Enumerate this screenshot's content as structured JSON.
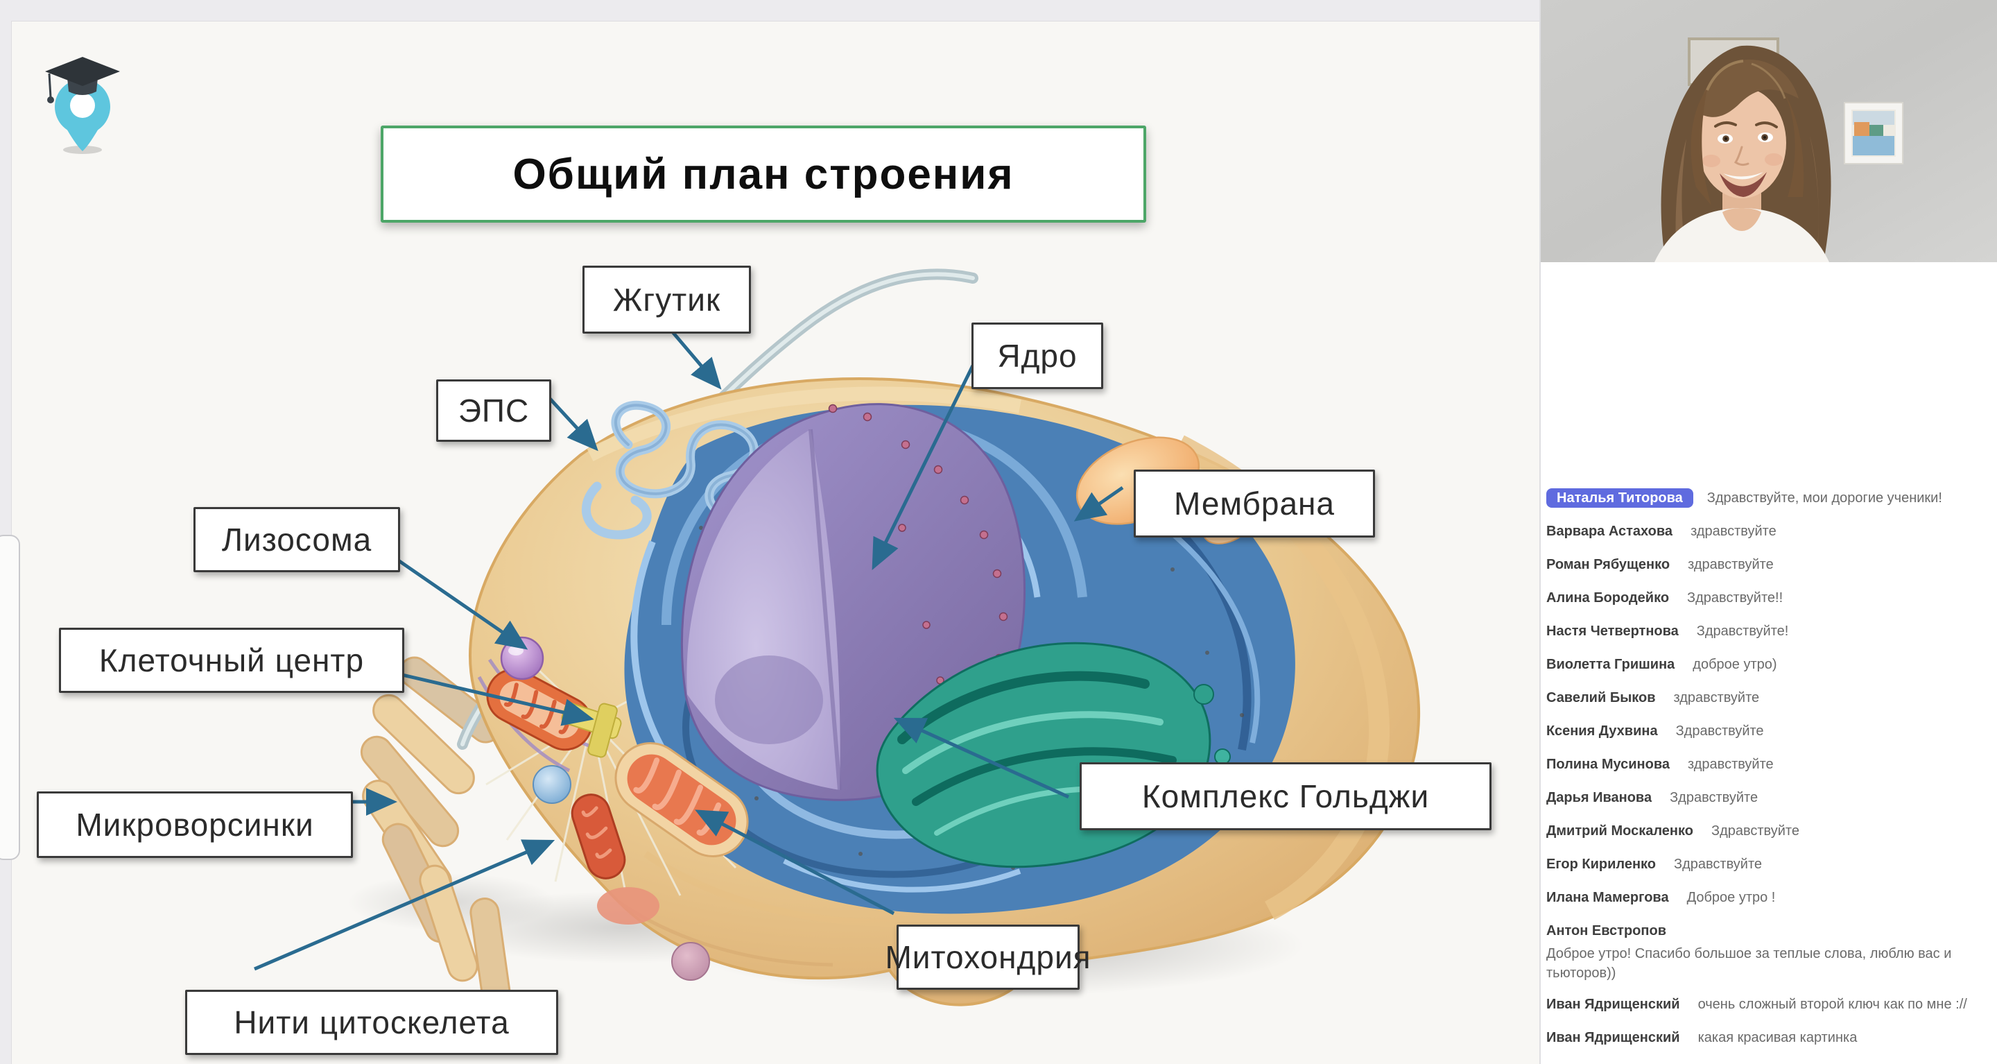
{
  "slide": {
    "title": "Общий план строения",
    "labels": {
      "zhgutik": "Жгутик",
      "eps": "ЭПС",
      "yadro": "Ядро",
      "membrana": "Мембрана",
      "lizosoma": "Лизосома",
      "kletochny_centr": "Клеточный центр",
      "mikrovorsinki": "Микроворсинки",
      "niti_citoskeleta": "Нити цитоскелета",
      "kompleks_goldzhi": "Комплекс Гольджи",
      "mitohondriya": "Митохондрия"
    },
    "illustration": "animal-cell-cutaway"
  },
  "branding": {
    "logo_icon": "graduation-cap-location-pin-logo"
  },
  "video": {
    "content": "presenter-webcam"
  },
  "chat": {
    "messages": [
      {
        "from": "Наталья Титорова",
        "text": "Здравствуйте, мои дорогие ученики!",
        "badge": true
      },
      {
        "from": "Варвара Астахова",
        "text": "здравствуйте"
      },
      {
        "from": "Роман Рябущенко",
        "text": "здравствуйте"
      },
      {
        "from": "Алина Бородейко",
        "text": "Здравствуйте!!"
      },
      {
        "from": "Настя Четвертнова",
        "text": "Здравствуйте!"
      },
      {
        "from": "Виолетта Гришина",
        "text": "доброе утро)"
      },
      {
        "from": "Савелий Быков",
        "text": "здравствуйте"
      },
      {
        "from": "Ксения Духвина",
        "text": "Здравствуйте"
      },
      {
        "from": "Полина Мусинова",
        "text": "здравствуйте"
      },
      {
        "from": "Дарья Иванова",
        "text": "Здравствуйте"
      },
      {
        "from": "Дмитрий Москаленко",
        "text": "Здравствуйте"
      },
      {
        "from": "Егор Кириленко",
        "text": "Здравствуйте"
      },
      {
        "from": "Илана Мамергова",
        "text": "Доброе утро !"
      },
      {
        "from": "Антон Евстропов",
        "text": "Доброе утро! Спасибо большое за теплые слова, люблю вас и тьюторов))"
      },
      {
        "from": "Иван Ядрищенский",
        "text": "очень сложный второй ключ как по мне ://"
      },
      {
        "from": "Иван Ядрищенский",
        "text": "какая красивая картинка"
      }
    ]
  },
  "colors": {
    "accent_green": "#4DA668",
    "arrow_blue": "#2A6B90",
    "badge_indigo": "#5F6BDF",
    "cell_tan": "#EACA92",
    "er_blue": "#4B80B6",
    "nucleus_purple": "#8D7FBC",
    "golgi_teal": "#2FA08C",
    "mito_orange": "#E4703F"
  }
}
